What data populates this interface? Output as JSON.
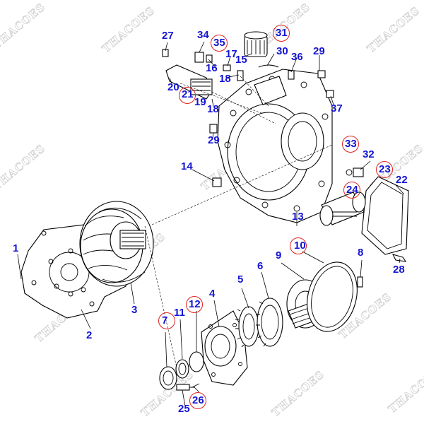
{
  "watermark": "THACOES",
  "colors": {
    "callout_text": "#1414d4",
    "highlight_ring": "#e02020",
    "line_art": "#000000"
  },
  "callouts": [
    {
      "id": "1",
      "label": "1",
      "highlighted": false
    },
    {
      "id": "2",
      "label": "2",
      "highlighted": false
    },
    {
      "id": "3",
      "label": "3",
      "highlighted": false
    },
    {
      "id": "4",
      "label": "4",
      "highlighted": false
    },
    {
      "id": "5",
      "label": "5",
      "highlighted": false
    },
    {
      "id": "6",
      "label": "6",
      "highlighted": false
    },
    {
      "id": "7",
      "label": "7",
      "highlighted": true
    },
    {
      "id": "8",
      "label": "8",
      "highlighted": false
    },
    {
      "id": "9",
      "label": "9",
      "highlighted": false
    },
    {
      "id": "10",
      "label": "10",
      "highlighted": true
    },
    {
      "id": "11",
      "label": "11",
      "highlighted": false
    },
    {
      "id": "12",
      "label": "12",
      "highlighted": true
    },
    {
      "id": "13",
      "label": "13",
      "highlighted": false
    },
    {
      "id": "14",
      "label": "14",
      "highlighted": false
    },
    {
      "id": "15",
      "label": "15",
      "highlighted": false
    },
    {
      "id": "16",
      "label": "16",
      "highlighted": false
    },
    {
      "id": "17",
      "label": "17",
      "highlighted": false
    },
    {
      "id": "18a",
      "label": "18",
      "highlighted": false
    },
    {
      "id": "18b",
      "label": "18",
      "highlighted": false
    },
    {
      "id": "19",
      "label": "19",
      "highlighted": false
    },
    {
      "id": "20",
      "label": "20",
      "highlighted": false
    },
    {
      "id": "21",
      "label": "21",
      "highlighted": true
    },
    {
      "id": "22",
      "label": "22",
      "highlighted": false
    },
    {
      "id": "23",
      "label": "23",
      "highlighted": true
    },
    {
      "id": "24",
      "label": "24",
      "highlighted": true
    },
    {
      "id": "25",
      "label": "25",
      "highlighted": false
    },
    {
      "id": "26",
      "label": "26",
      "highlighted": true
    },
    {
      "id": "27",
      "label": "27",
      "highlighted": false
    },
    {
      "id": "28",
      "label": "28",
      "highlighted": false
    },
    {
      "id": "29a",
      "label": "29",
      "highlighted": false
    },
    {
      "id": "29b",
      "label": "29",
      "highlighted": false
    },
    {
      "id": "30",
      "label": "30",
      "highlighted": false
    },
    {
      "id": "31",
      "label": "31",
      "highlighted": true
    },
    {
      "id": "32",
      "label": "32",
      "highlighted": false
    },
    {
      "id": "33",
      "label": "33",
      "highlighted": true
    },
    {
      "id": "34",
      "label": "34",
      "highlighted": false
    },
    {
      "id": "35",
      "label": "35",
      "highlighted": true
    },
    {
      "id": "36",
      "label": "36",
      "highlighted": false
    },
    {
      "id": "37",
      "label": "37",
      "highlighted": false
    }
  ]
}
